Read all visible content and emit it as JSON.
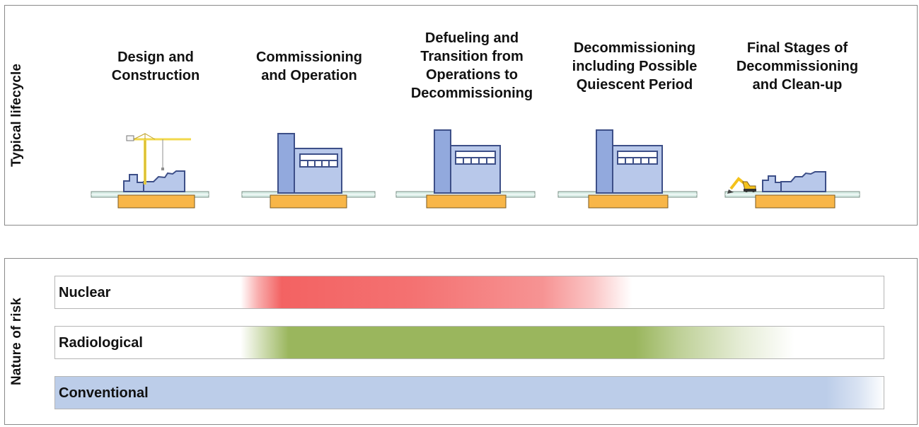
{
  "lifecycle_panel": {
    "label": "Typical lifecycle",
    "stages": [
      {
        "title": "Design and\nConstruction",
        "icon": "construction-site-icon"
      },
      {
        "title": "Commissioning\nand Operation",
        "icon": "operating-plant-icon"
      },
      {
        "title": "Defueling and\nTransition from\nOperations to\nDecommissioning",
        "icon": "defueling-plant-icon"
      },
      {
        "title": "Decommissioning\nincluding Possible\nQuiescent Period",
        "icon": "quiescent-plant-icon"
      },
      {
        "title": "Final Stages of\nDecommissioning\nand Clean-up",
        "icon": "demolition-site-icon"
      }
    ]
  },
  "risk_panel": {
    "label": "Nature of risk",
    "risks": [
      {
        "label": "Nuclear",
        "color": "#f25a5a"
      },
      {
        "label": "Radiological",
        "color": "#9ab65d"
      },
      {
        "label": "Conventional",
        "color": "#b9cbe8"
      }
    ]
  },
  "colors": {
    "building_fill": "#b8c8ea",
    "building_stroke": "#3d4f88",
    "foundation_fill": "#f8b648",
    "ground_fill": "#d9eee7",
    "crane_color": "#f2d84b",
    "excavator_color": "#f4c21b"
  }
}
